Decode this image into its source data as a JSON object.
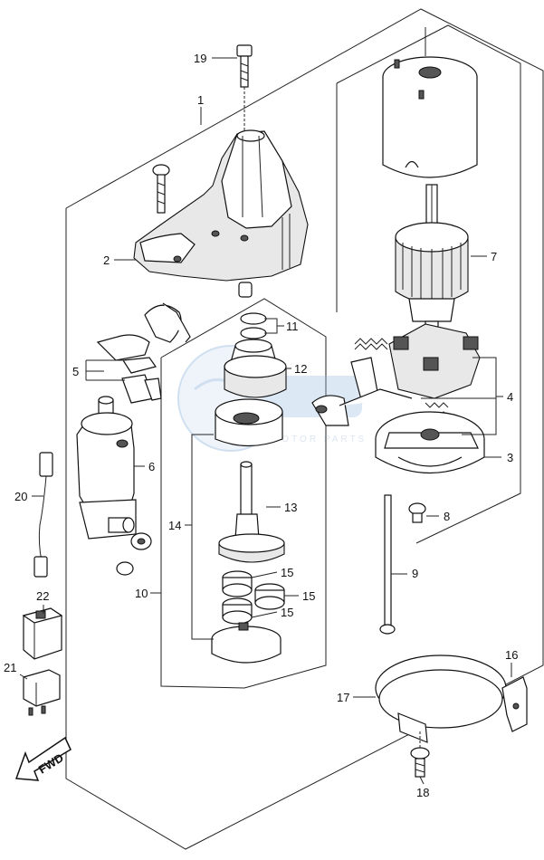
{
  "watermark": {
    "brand": "MOTOR PARTS",
    "color": "#4a8cc9"
  },
  "fwd_label": "FWD",
  "callouts": {
    "c1": "1",
    "c2": "2",
    "c3": "3",
    "c4": "4",
    "c5": "5",
    "c6": "6",
    "c7": "7",
    "c8": "8",
    "c9": "9",
    "c10": "10",
    "c11": "11",
    "c12": "12",
    "c13": "13",
    "c14": "14",
    "c15a": "15",
    "c15b": "15",
    "c15c": "15",
    "c16": "16",
    "c17": "17",
    "c18": "18",
    "c19": "19",
    "c20": "20",
    "c21": "21",
    "c22": "22"
  }
}
